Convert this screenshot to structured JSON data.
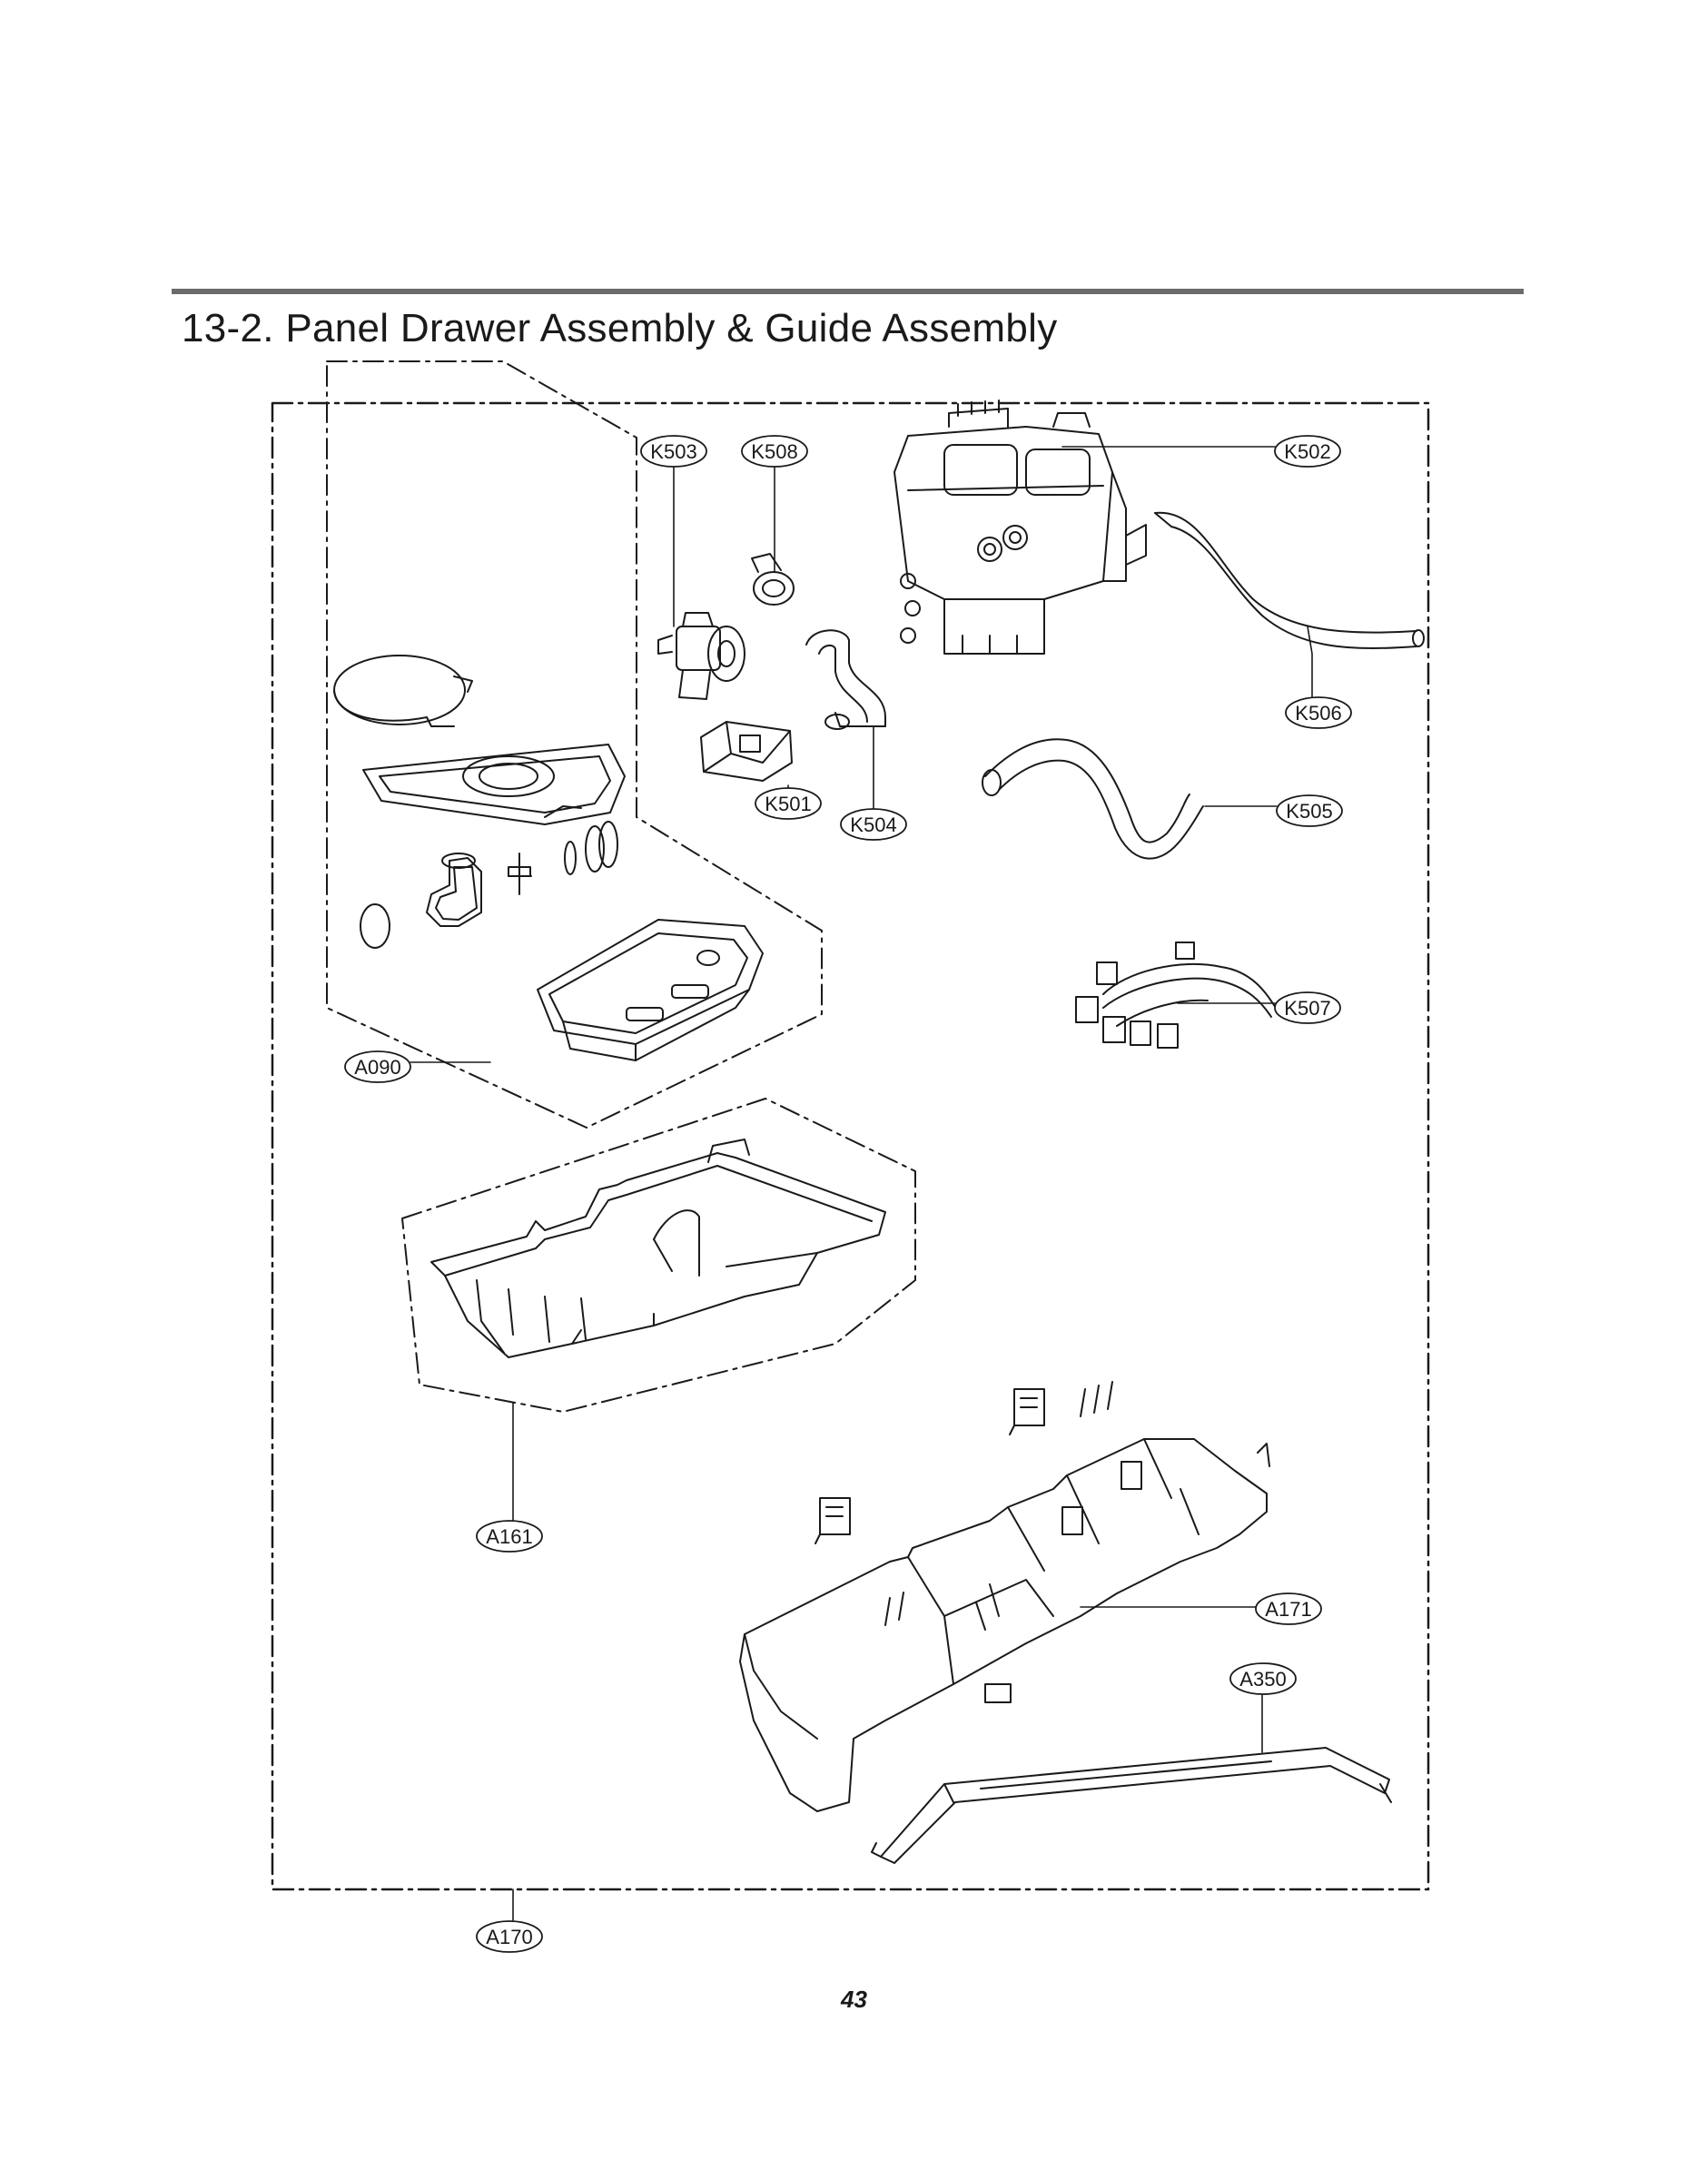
{
  "title": "13-2. Panel Drawer Assembly & Guide Assembly",
  "page_number": "43",
  "callouts": {
    "k503": "K503",
    "k508": "K508",
    "k502": "K502",
    "k506": "K506",
    "k505": "K505",
    "k501": "K501",
    "k504": "K504",
    "k507": "K507",
    "a090": "A090",
    "a161": "A161",
    "a171": "A171",
    "a350": "A350",
    "a170": "A170"
  },
  "colors": {
    "line": "#1a1a1a",
    "rule": "#6b6b6b"
  }
}
